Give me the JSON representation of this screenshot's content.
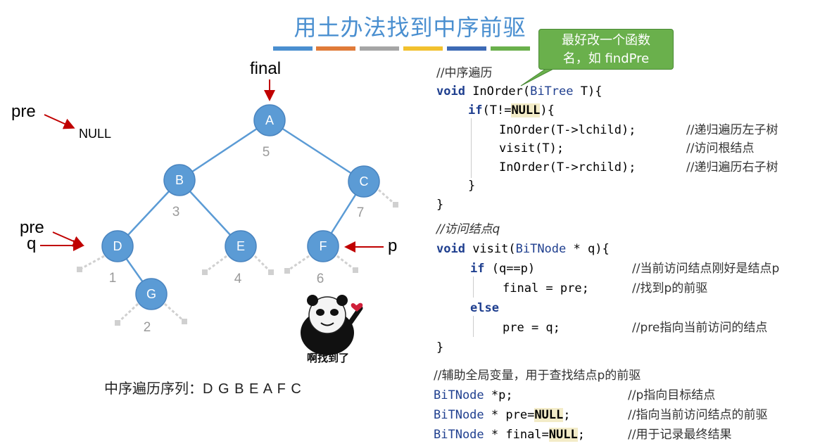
{
  "title": "用土办法找到中序前驱",
  "title_bar_colors": [
    "#4a8fd0",
    "#e07b39",
    "#a5a5a5",
    "#f2c12e",
    "#3d6ab5",
    "#6ab04c"
  ],
  "callout": {
    "line1": "最好改一个函数",
    "line2": "名，如 findPre"
  },
  "tree": {
    "nodes": [
      {
        "label": "A",
        "order": "5"
      },
      {
        "label": "B",
        "order": "3"
      },
      {
        "label": "C",
        "order": "7"
      },
      {
        "label": "D",
        "order": "1"
      },
      {
        "label": "E",
        "order": "4"
      },
      {
        "label": "F",
        "order": "6"
      },
      {
        "label": "G",
        "order": "2"
      }
    ],
    "pointers": {
      "final": "final",
      "pre_top": "pre",
      "null": "NULL",
      "pre": "pre",
      "q": "q",
      "p": "p"
    },
    "colors": {
      "node": "#5b9bd5",
      "edge": "#5b9bd5",
      "arrow": "#c00000",
      "null_edge": "#d0d0d0"
    }
  },
  "meme_caption": "啊找到了",
  "sequence": {
    "label": "中序遍历序列：",
    "value": "D G B E A F C"
  },
  "code": {
    "block1": {
      "comment": "//中序遍历",
      "sig_kw": "void",
      "sig_name": " InOrder(",
      "sig_type": "BiTree",
      "sig_rest": " T){",
      "if_kw": "if",
      "if_cond_a": "(T!=",
      "if_null": "NULL",
      "if_cond_b": "){",
      "line1": "InOrder(T->lchild);",
      "line1_c": "//递归遍历左子树",
      "line2": "visit(T);",
      "line2_c": "//访问根结点",
      "line3": "InOrder(T->rchild);",
      "line3_c": "//递归遍历右子树",
      "close_inner": "}",
      "close_outer": "}"
    },
    "block2": {
      "comment": "//访问结点q",
      "sig_kw": "void",
      "sig_name": " visit(",
      "sig_type": "BiTNode",
      "sig_rest": " * q){",
      "if_kw": "if",
      "if_cond": " (q==p)",
      "if_c": "//当前访问结点刚好是结点p",
      "assign1": "final = pre;",
      "assign1_c": "//找到p的前驱",
      "else_kw": "else",
      "assign2": "pre = q;",
      "assign2_c": "//pre指向当前访问的结点",
      "close": "}"
    },
    "block3": {
      "comment": "//辅助全局变量，用于查找结点p的前驱",
      "l1_type": "BiTNode",
      "l1_rest": " *p;",
      "l1_c": "//p指向目标结点",
      "l2_type": "BiTNode",
      "l2_rest": " * pre=",
      "l2_null": "NULL",
      "l2_end": ";",
      "l2_c": "//指向当前访问结点的前驱",
      "l3_type": "BiTNode",
      "l3_rest": " * final=",
      "l3_null": "NULL",
      "l3_end": ";",
      "l3_c": "//用于记录最终结果"
    }
  }
}
